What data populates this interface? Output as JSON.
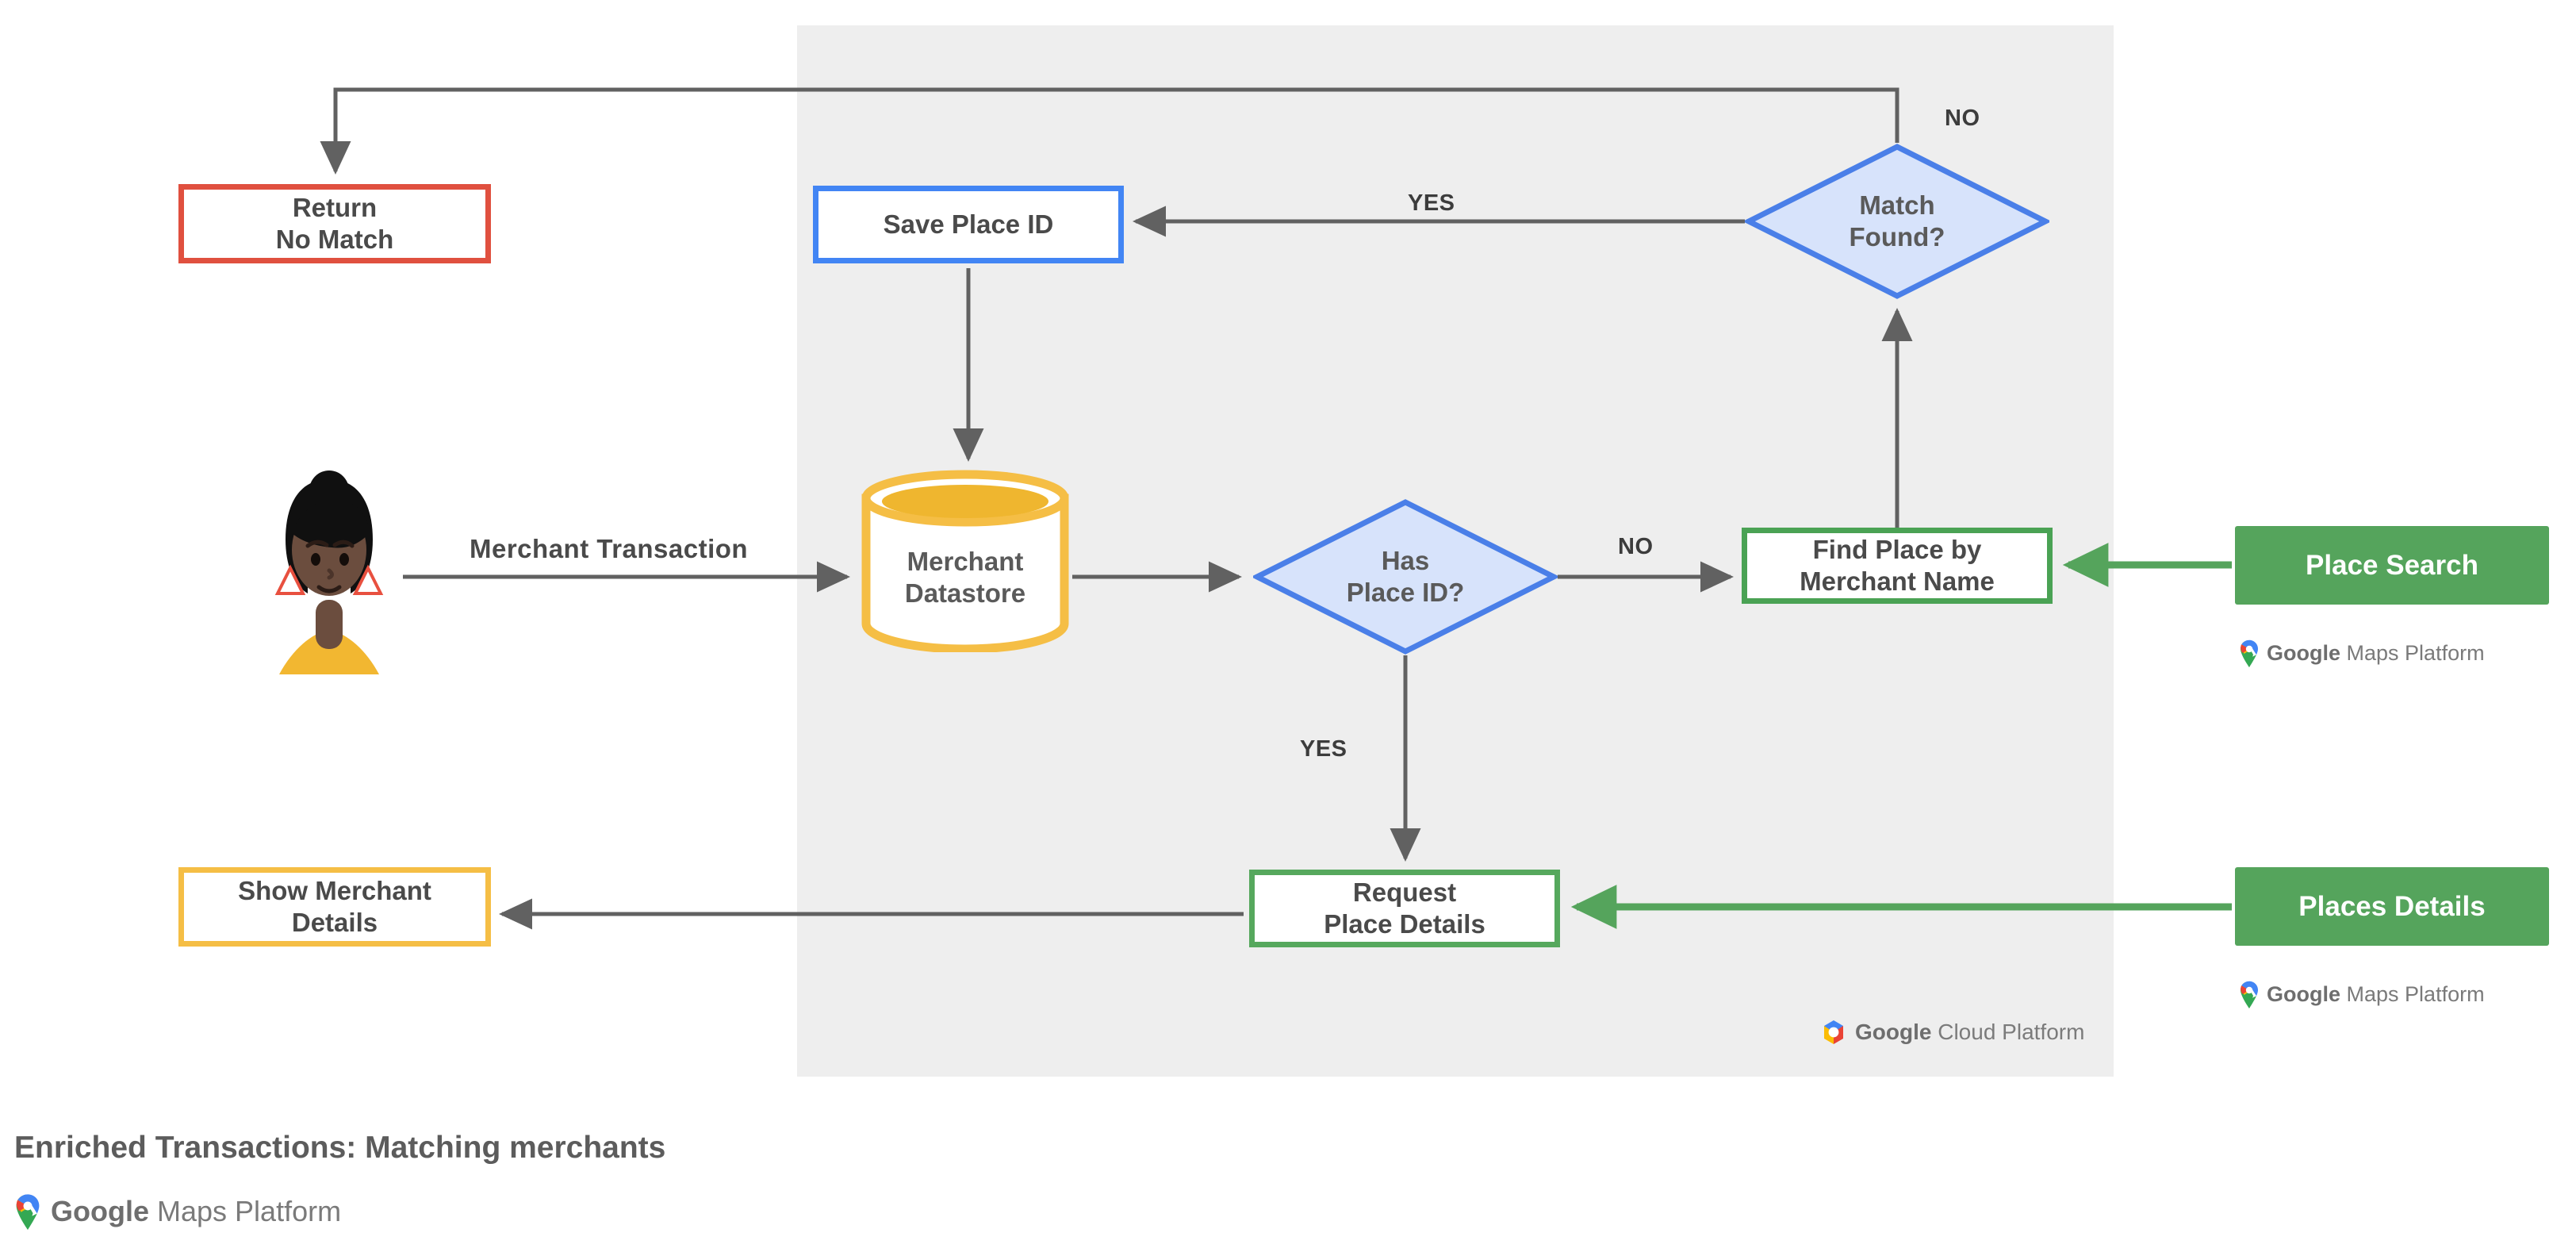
{
  "caption": "Enriched Transactions: Matching merchants",
  "panel": {
    "name": "Google Cloud Platform",
    "background": "#EEEEEE",
    "logo_primary": "Google",
    "logo_secondary": "Cloud Platform"
  },
  "logos": {
    "maps_platform_primary": "Google",
    "maps_platform_secondary": "Maps Platform"
  },
  "nodes": {
    "return_no_match": {
      "label": "Return\nNo Match",
      "color": "#E0503F",
      "shape": "rect"
    },
    "save_place_id": {
      "label": "Save Place ID",
      "color": "#4285F4",
      "shape": "rect"
    },
    "merchant_datastore": {
      "label": "Merchant\nDatastore",
      "color": "#F5BE45",
      "shape": "cylinder"
    },
    "has_place_id": {
      "label": "Has\nPlace ID?",
      "color": "#4A7FE8",
      "fill": "#D7E3FB",
      "shape": "diamond"
    },
    "match_found": {
      "label": "Match\nFound?",
      "color": "#4A7FE8",
      "fill": "#D7E3FB",
      "shape": "diamond"
    },
    "find_place_by_merchant_name": {
      "label": "Find Place by\nMerchant Name",
      "color": "#4AA254",
      "shape": "rect"
    },
    "request_place_details": {
      "label": "Request\nPlace Details",
      "color": "#56A85D",
      "shape": "rect"
    },
    "show_merchant_details": {
      "label": "Show Merchant\nDetails",
      "color": "#F5BE45",
      "shape": "rect"
    },
    "place_search": {
      "label": "Place Search",
      "color": "#55A45C",
      "shape": "chip"
    },
    "places_details": {
      "label": "Places Details",
      "color": "#55A45C",
      "shape": "chip"
    }
  },
  "edge_labels": {
    "merchant_transaction": "Merchant Transaction",
    "yes_match_found": "YES",
    "no_match_found": "NO",
    "no_has_place_id": "NO",
    "yes_has_place_id": "YES"
  },
  "actor": {
    "name": "merchant-user",
    "skin": "#6B4D3E",
    "hair": "#101010",
    "shirt": "#F2B731",
    "earring": "#E8503F"
  },
  "colors": {
    "wire": "#616161",
    "wire_green": "#55A45C",
    "text": "#4A4A4A",
    "panel_bg": "#EEEEEE"
  }
}
